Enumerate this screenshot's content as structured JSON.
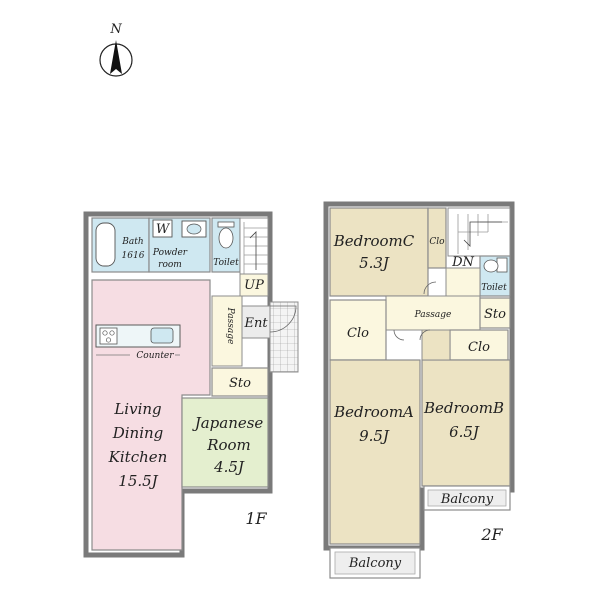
{
  "compass": {
    "label": "N"
  },
  "floor1": {
    "label": "1F",
    "rooms": {
      "bath": [
        "Bath",
        "1616"
      ],
      "washer": "W",
      "powder": [
        "Powder",
        "room"
      ],
      "toilet": "Toilet",
      "up": "UP",
      "passage": "Passage",
      "entrance": "Ent",
      "storage": "Sto",
      "counter": "Counter",
      "ldk": [
        "Living",
        "Dining",
        "Kitchen",
        "15.5J"
      ],
      "japanese": [
        "Japanese",
        "Room",
        "4.5J"
      ]
    }
  },
  "floor2": {
    "label": "2F",
    "rooms": {
      "bedroom_c": [
        "BedroomC",
        "5.3J"
      ],
      "closet_c": "Clo",
      "down": "DN",
      "toilet": "Toilet",
      "passage": "Passage",
      "storage": "Sto",
      "closet_a": "Clo",
      "closet_b": "Clo",
      "bedroom_a": [
        "BedroomA",
        "9.5J"
      ],
      "bedroom_b": [
        "BedroomB",
        "6.5J"
      ],
      "balcony_b": "Balcony",
      "balcony_a": "Balcony"
    }
  },
  "colors": {
    "wall": "#7a7a7a",
    "ldk": "#f6dde3",
    "japanese": "#e4efcf",
    "bedroom": "#ece3c3",
    "storage": "#fbf7df",
    "wet": "#cfe8f1",
    "entrance": "#ececec"
  }
}
